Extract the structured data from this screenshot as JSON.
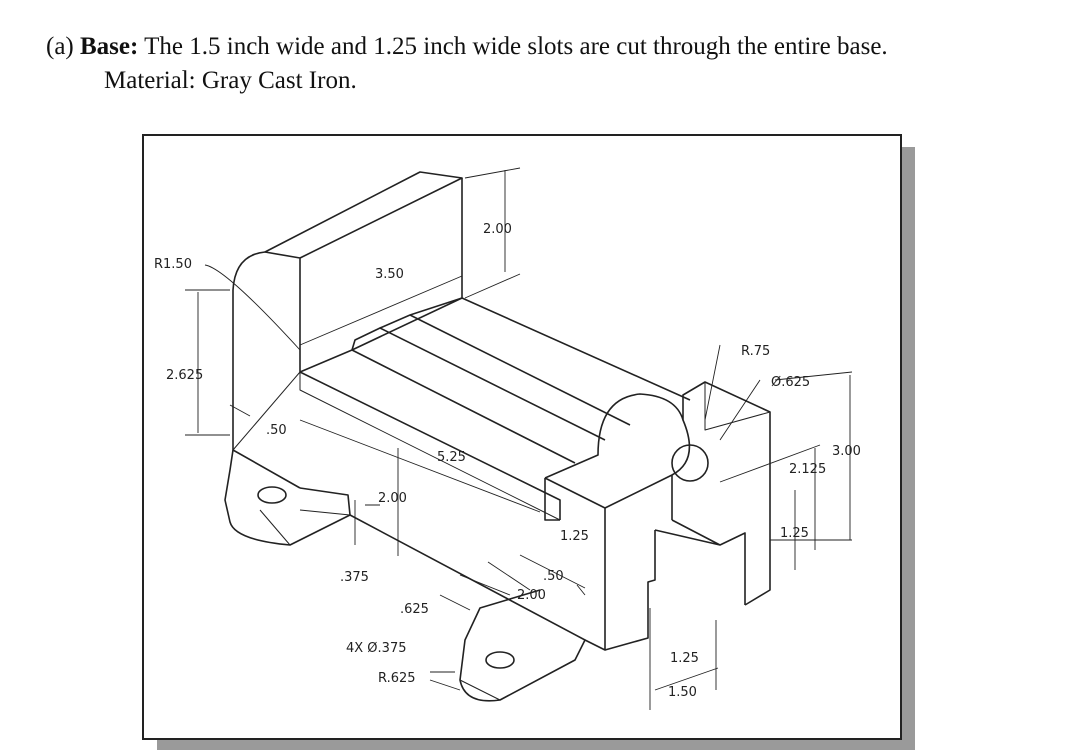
{
  "caption": {
    "label": "(a)",
    "bold": "Base:",
    "text": "The 1.5 inch wide and 1.25 inch wide slots are cut through the entire base.",
    "line2": "Material:  Gray Cast Iron."
  },
  "dims": {
    "r150": "R1.50",
    "d350": "3.50",
    "d200_top": "2.00",
    "d2625": "2.625",
    "d050_left": ".50",
    "d525": "5.25",
    "d200_mid": "2.00",
    "d0375": ".375",
    "d0625": ".625",
    "hole": "4X Ø.375",
    "r0625": "R.625",
    "d050_b": ".50",
    "d200_b": "2.00",
    "d125_mid": "1.25",
    "r075": "R.75",
    "dia0625": "Ø.625",
    "d300": "3.00",
    "d2125": "2.125",
    "d125_right": "1.25",
    "d125_bot": "1.25",
    "d150_bot": "1.50"
  }
}
